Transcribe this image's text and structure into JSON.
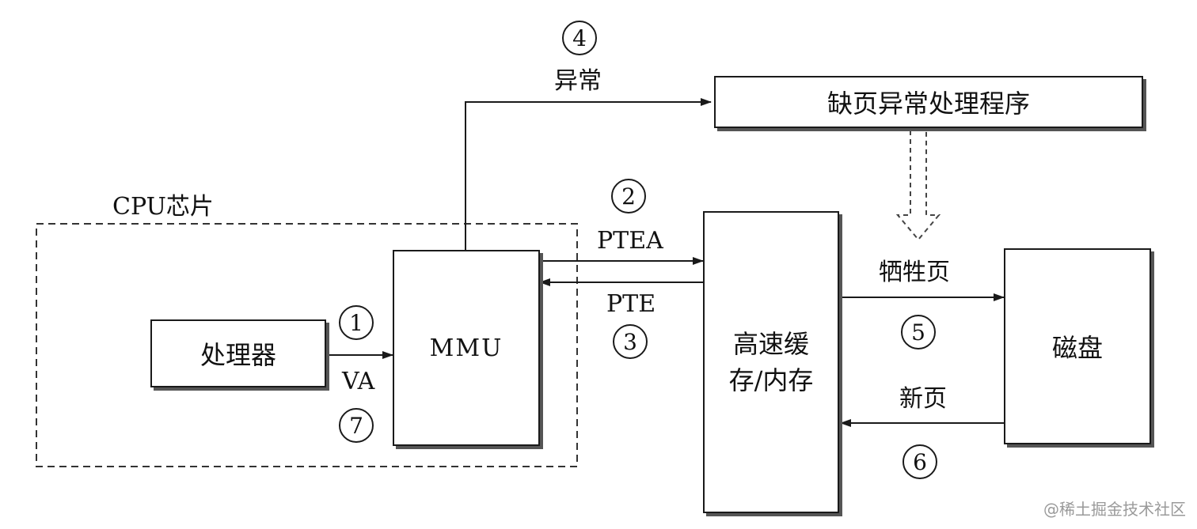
{
  "boxes": {
    "exception_handler": "缺页异常处理程序",
    "processor": "处理器",
    "mmu": "MMU",
    "cache_line1": "高速缓",
    "cache_line2": "存/内存",
    "disk": "磁盘"
  },
  "labels": {
    "cpu_chip": "CPU芯片",
    "exception": "异常",
    "ptea": "PTEA",
    "pte": "PTE",
    "va": "VA",
    "victim_page": "牺牲页",
    "new_page": "新页"
  },
  "steps": [
    "1",
    "2",
    "3",
    "4",
    "5",
    "6",
    "7"
  ],
  "watermark": "@稀土掘金技术社区"
}
